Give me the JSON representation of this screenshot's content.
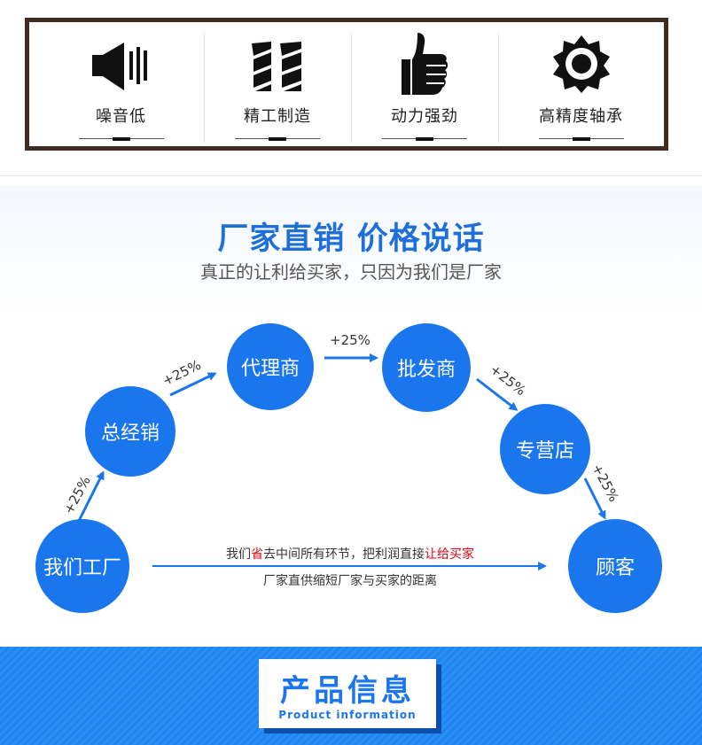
{
  "features": [
    {
      "label": "噪音低",
      "icon": "speaker-icon"
    },
    {
      "label": "精工制造",
      "icon": "twisted-pillar-icon"
    },
    {
      "label": "动力强劲",
      "icon": "thumbs-up-icon"
    },
    {
      "label": "高精度轴承",
      "icon": "gear-icon"
    }
  ],
  "headline": "厂家直销 价格说话",
  "subline": "真正的让利给买家，只因为我们是厂家",
  "flow": {
    "nodes": {
      "factory": "我们工厂",
      "distributor": "总经销",
      "agent": "代理商",
      "wholesaler": "批发商",
      "store": "专营店",
      "customer": "顾客"
    },
    "markup": "+25%",
    "message_line1": {
      "part1": "我们",
      "part2": "省",
      "part3": "去中间所有环节，把利润直接",
      "part4": "让给买家"
    },
    "message_line2": "厂家直供缩短厂家与买家的距离"
  },
  "banner": {
    "title": "产品信息",
    "subtitle": "Product information"
  },
  "colors": {
    "brand_blue": "#1a76ec",
    "frame_brown": "#3f2d22",
    "highlight_red": "#e60012"
  }
}
